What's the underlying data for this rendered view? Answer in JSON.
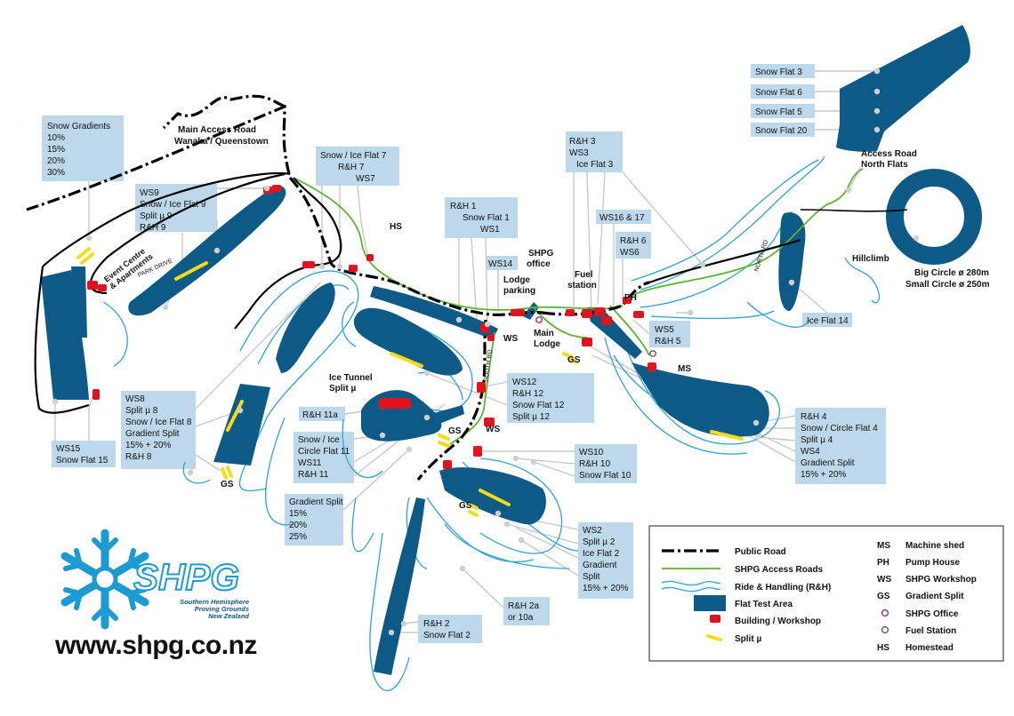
{
  "labels": {
    "snow_gradients": [
      "Snow Gradients",
      "10%",
      "15%",
      "20%",
      "30%"
    ],
    "main_access_road": [
      "Main Access Road",
      "Wanaka / Queenstown"
    ],
    "event_centre": [
      "Event Centre",
      "& Apartments"
    ],
    "park_drive": "PARK DRIVE",
    "ws9_box": [
      "WS9",
      "Snow / Ice Flat 9",
      "Split µ 9",
      "R&H 9"
    ],
    "flat7_box": [
      "Snow / Ice Flat 7",
      "R&H 7",
      "WS7"
    ],
    "hs": "HS",
    "rh1_box": [
      "R&H 1",
      "Snow Flat 1",
      "WS1"
    ],
    "ws14": "WS14",
    "shpg_office": [
      "SHPG",
      "office"
    ],
    "lodge_parking": [
      "Lodge",
      "parking"
    ],
    "main_lodge": [
      "Main",
      "Lodge"
    ],
    "ws_small": "WS",
    "rh3_box": [
      "R&H 3",
      "WS3",
      "Ice Flat 3"
    ],
    "ws16_box": "WS16 & 17",
    "rh6_box": [
      "R&H 6",
      "WS6"
    ],
    "fuel_station": [
      "Fuel",
      "station"
    ],
    "ph": "PH",
    "ws5_box": [
      "WS5",
      "R&H 5"
    ],
    "ms": "MS",
    "gs": "GS",
    "south_rd": "SOUTH RD",
    "north_rd": "NORTH RD",
    "ice_tunnel": [
      "Ice Tunnel",
      "Split µ"
    ],
    "ws12_box": [
      "WS12",
      "R&H 12",
      "Snow Flat 12",
      "Split µ 12"
    ],
    "rh11a": "R&H 11a",
    "flat11_box": [
      "Snow / Ice",
      "Circle Flat 11",
      "WS11",
      "R&H 11"
    ],
    "gradient_split_box": [
      "Gradient Split",
      "15%",
      "20%",
      "25%"
    ],
    "ws8_box": [
      "WS8",
      "Split µ 8",
      "Snow / Ice Flat 8",
      "Gradient Split",
      "15% + 20%",
      "R&H 8"
    ],
    "ws15_box": [
      "WS15",
      "Snow Flat 15"
    ],
    "ws10_box": [
      "WS10",
      "R&H 10",
      "Snow Flat 10"
    ],
    "ws2_box": [
      "WS2",
      "Split µ 2",
      "Ice Flat 2",
      "Gradient",
      "Split",
      "15% + 20%"
    ],
    "rh2a_box": [
      "R&H 2a",
      "or 10a"
    ],
    "rh2_box": [
      "R&H 2",
      "Snow Flat 2"
    ],
    "rh4_box": [
      "R&H 4",
      "Snow / Circle Flat 4",
      "Split µ 4",
      "WS4",
      "Gradient Split",
      "15% + 20%"
    ],
    "ice_flat_14": "Ice Flat 14",
    "hillclimb": "Hillclimb",
    "circles": [
      "Big Circle ø 280m",
      "Small Circle ø 250m"
    ],
    "access_road_north": [
      "Access Road",
      "North Flats"
    ],
    "north_flats": [
      "Snow Flat 3",
      "Snow Flat 6",
      "Snow Flat 5",
      "Snow Flat 20"
    ]
  },
  "legend": {
    "lines": [
      "Public Road",
      "SHPG Access Roads",
      "Ride & Handling (R&H)",
      "Flat Test Area",
      "Building / Workshop",
      "Split µ"
    ],
    "abbr": [
      {
        "code": "MS",
        "desc": "Machine shed"
      },
      {
        "code": "PH",
        "desc": "Pump House"
      },
      {
        "code": "WS",
        "desc": "SHPG Workshop"
      },
      {
        "code": "GS",
        "desc": "Gradient Split"
      },
      {
        "code": "",
        "desc": "SHPG Office"
      },
      {
        "code": "",
        "desc": "Fuel Station"
      },
      {
        "code": "HS",
        "desc": "Homestead"
      }
    ]
  },
  "logo": {
    "name": "SHPG",
    "subtitle": [
      "Southern Hemisphere",
      "Proving Grounds",
      "New Zealand"
    ]
  },
  "website": "www.shpg.co.nz",
  "colors": {
    "flat": "#0e5a86",
    "ride_handling": "#2ea3d6",
    "access_road": "#5cb332",
    "building": "#e0141e",
    "split": "#f6dc16",
    "label_box": "#bcd8ea"
  }
}
